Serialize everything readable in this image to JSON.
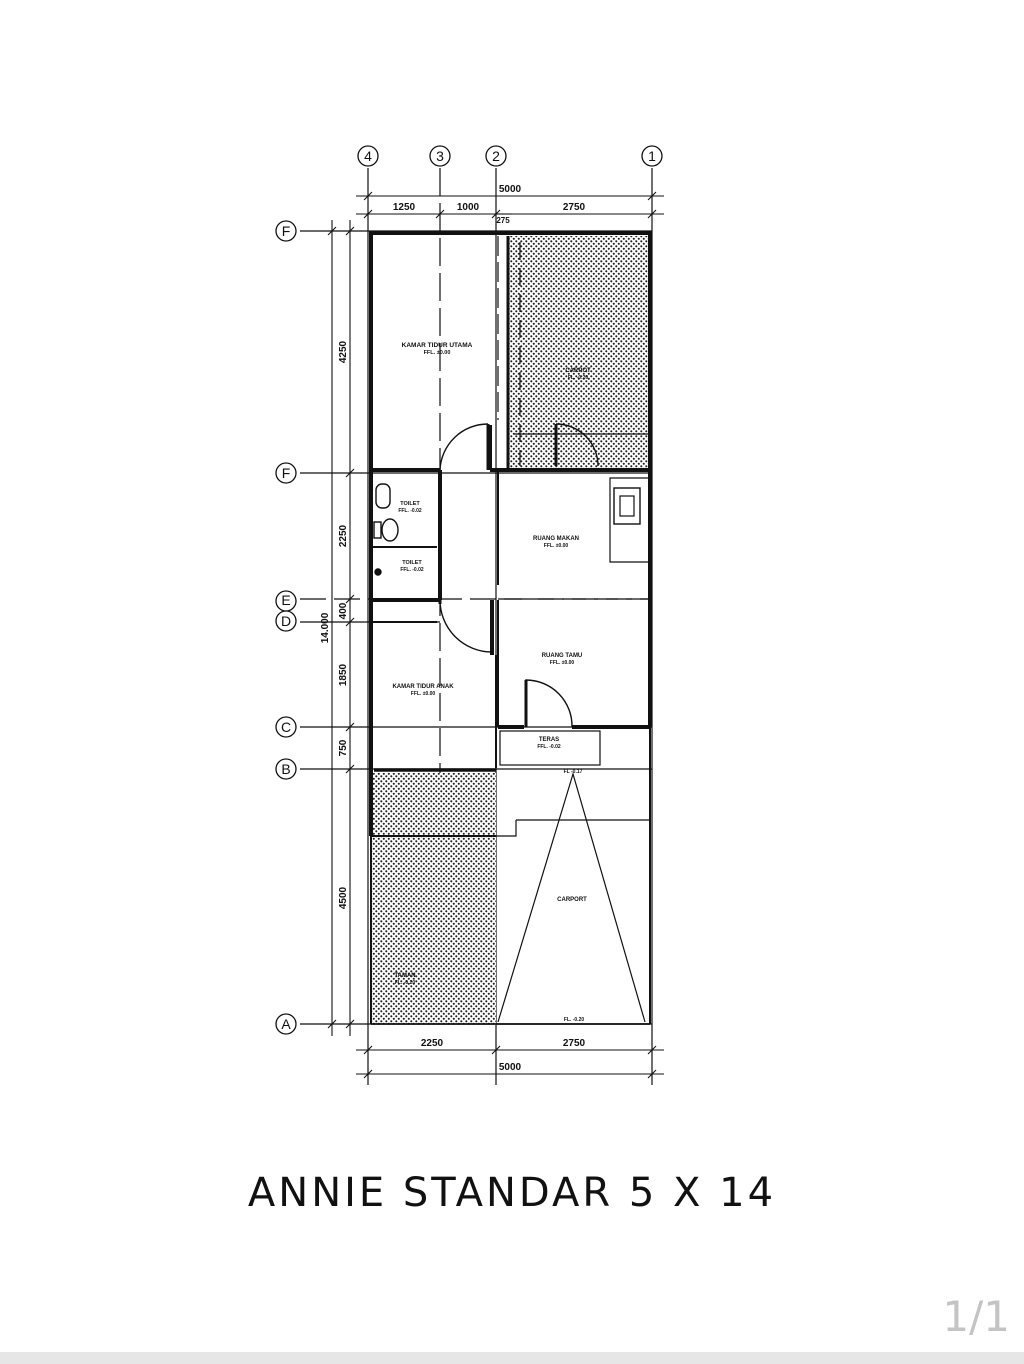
{
  "viewer": {
    "page_indicator": "1/1"
  },
  "drawing": {
    "title": "ANNIE STANDAR 5 X 14",
    "grid_columns": [
      {
        "id": "col-4",
        "label": "4"
      },
      {
        "id": "col-3",
        "label": "3"
      },
      {
        "id": "col-2",
        "label": "2"
      },
      {
        "id": "col-1",
        "label": "1"
      }
    ],
    "grid_rows": [
      {
        "id": "row-F-top",
        "label": "F"
      },
      {
        "id": "row-F-mid",
        "label": "F"
      },
      {
        "id": "row-E",
        "label": "E"
      },
      {
        "id": "row-D",
        "label": "D"
      },
      {
        "id": "row-C",
        "label": "C"
      },
      {
        "id": "row-B",
        "label": "B"
      },
      {
        "id": "row-A",
        "label": "A"
      }
    ],
    "top_dimensions": {
      "total": "5000",
      "segments": [
        "1250",
        "1000",
        "2750"
      ],
      "small": "275"
    },
    "bottom_dimensions": {
      "segments": [
        "2250",
        "2750"
      ],
      "total": "5000"
    },
    "left_dimensions": {
      "segments": [
        "4250",
        "2250",
        "400",
        "1850",
        "750",
        "4500"
      ],
      "total": "14.000"
    },
    "rooms": {
      "kamar_utama": {
        "name": "KAMAR TIDUR UTAMA",
        "level": "FFL. ±0.00"
      },
      "carpot_top": {
        "name": "CARPOT",
        "level": "FL. -0.20"
      },
      "toilet_1": {
        "name": "TOILET",
        "level": "FFL. -0.02"
      },
      "toilet_2": {
        "name": "TOILET",
        "level": "FFL. -0.02"
      },
      "ruang_makan": {
        "name": "RUANG MAKAN",
        "level": "FFL. ±0.00"
      },
      "ruang_tamu": {
        "name": "RUANG TAMU",
        "level": "FFL. ±0.00"
      },
      "kamar_anak": {
        "name": "KAMAR TIDUR ANAK",
        "level": "FFL. ±0.00"
      },
      "teras": {
        "name": "TERAS",
        "level": "FFL. -0.02"
      },
      "teras_mark": "FL -0.17",
      "carport": {
        "name": "CARPORT",
        "level": "FL. -0.20"
      },
      "garden": {
        "name": "TAMAN",
        "level": "FL. -0.20"
      }
    }
  }
}
